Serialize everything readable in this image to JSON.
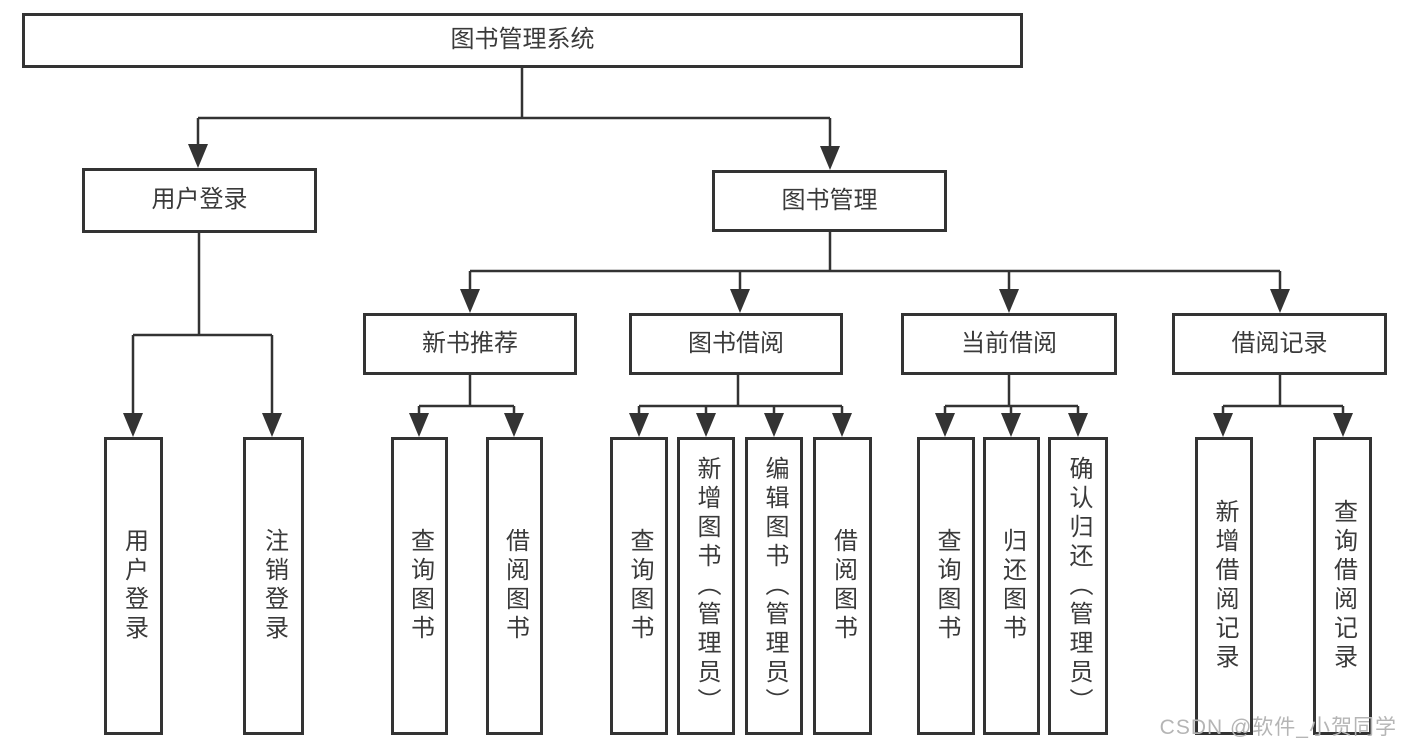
{
  "diagram_type": "hierarchy-tree",
  "colors": {
    "line": "#333333",
    "border": "#333333",
    "text": "#3a3a3a",
    "background": "#ffffff",
    "watermark": "#b5b5b5"
  },
  "tree": {
    "root": {
      "label": "图书管理系统"
    },
    "children": [
      {
        "label": "用户登录",
        "children": [
          {
            "label": "用户登录"
          },
          {
            "label": "注销登录"
          }
        ]
      },
      {
        "label": "图书管理",
        "children": [
          {
            "label": "新书推荐",
            "children": [
              {
                "label": "查询图书"
              },
              {
                "label": "借阅图书"
              }
            ]
          },
          {
            "label": "图书借阅",
            "children": [
              {
                "label": "查询图书"
              },
              {
                "label": "新增图书（管理员）"
              },
              {
                "label": "编辑图书（管理员）"
              },
              {
                "label": "借阅图书"
              }
            ]
          },
          {
            "label": "当前借阅",
            "children": [
              {
                "label": "查询图书"
              },
              {
                "label": "归还图书"
              },
              {
                "label": "确认归还（管理员）"
              }
            ]
          },
          {
            "label": "借阅记录",
            "children": [
              {
                "label": "新增借阅记录"
              },
              {
                "label": "查询借阅记录"
              }
            ]
          }
        ]
      }
    ]
  },
  "watermark": {
    "text": "CSDN @软件_小贺同学"
  }
}
